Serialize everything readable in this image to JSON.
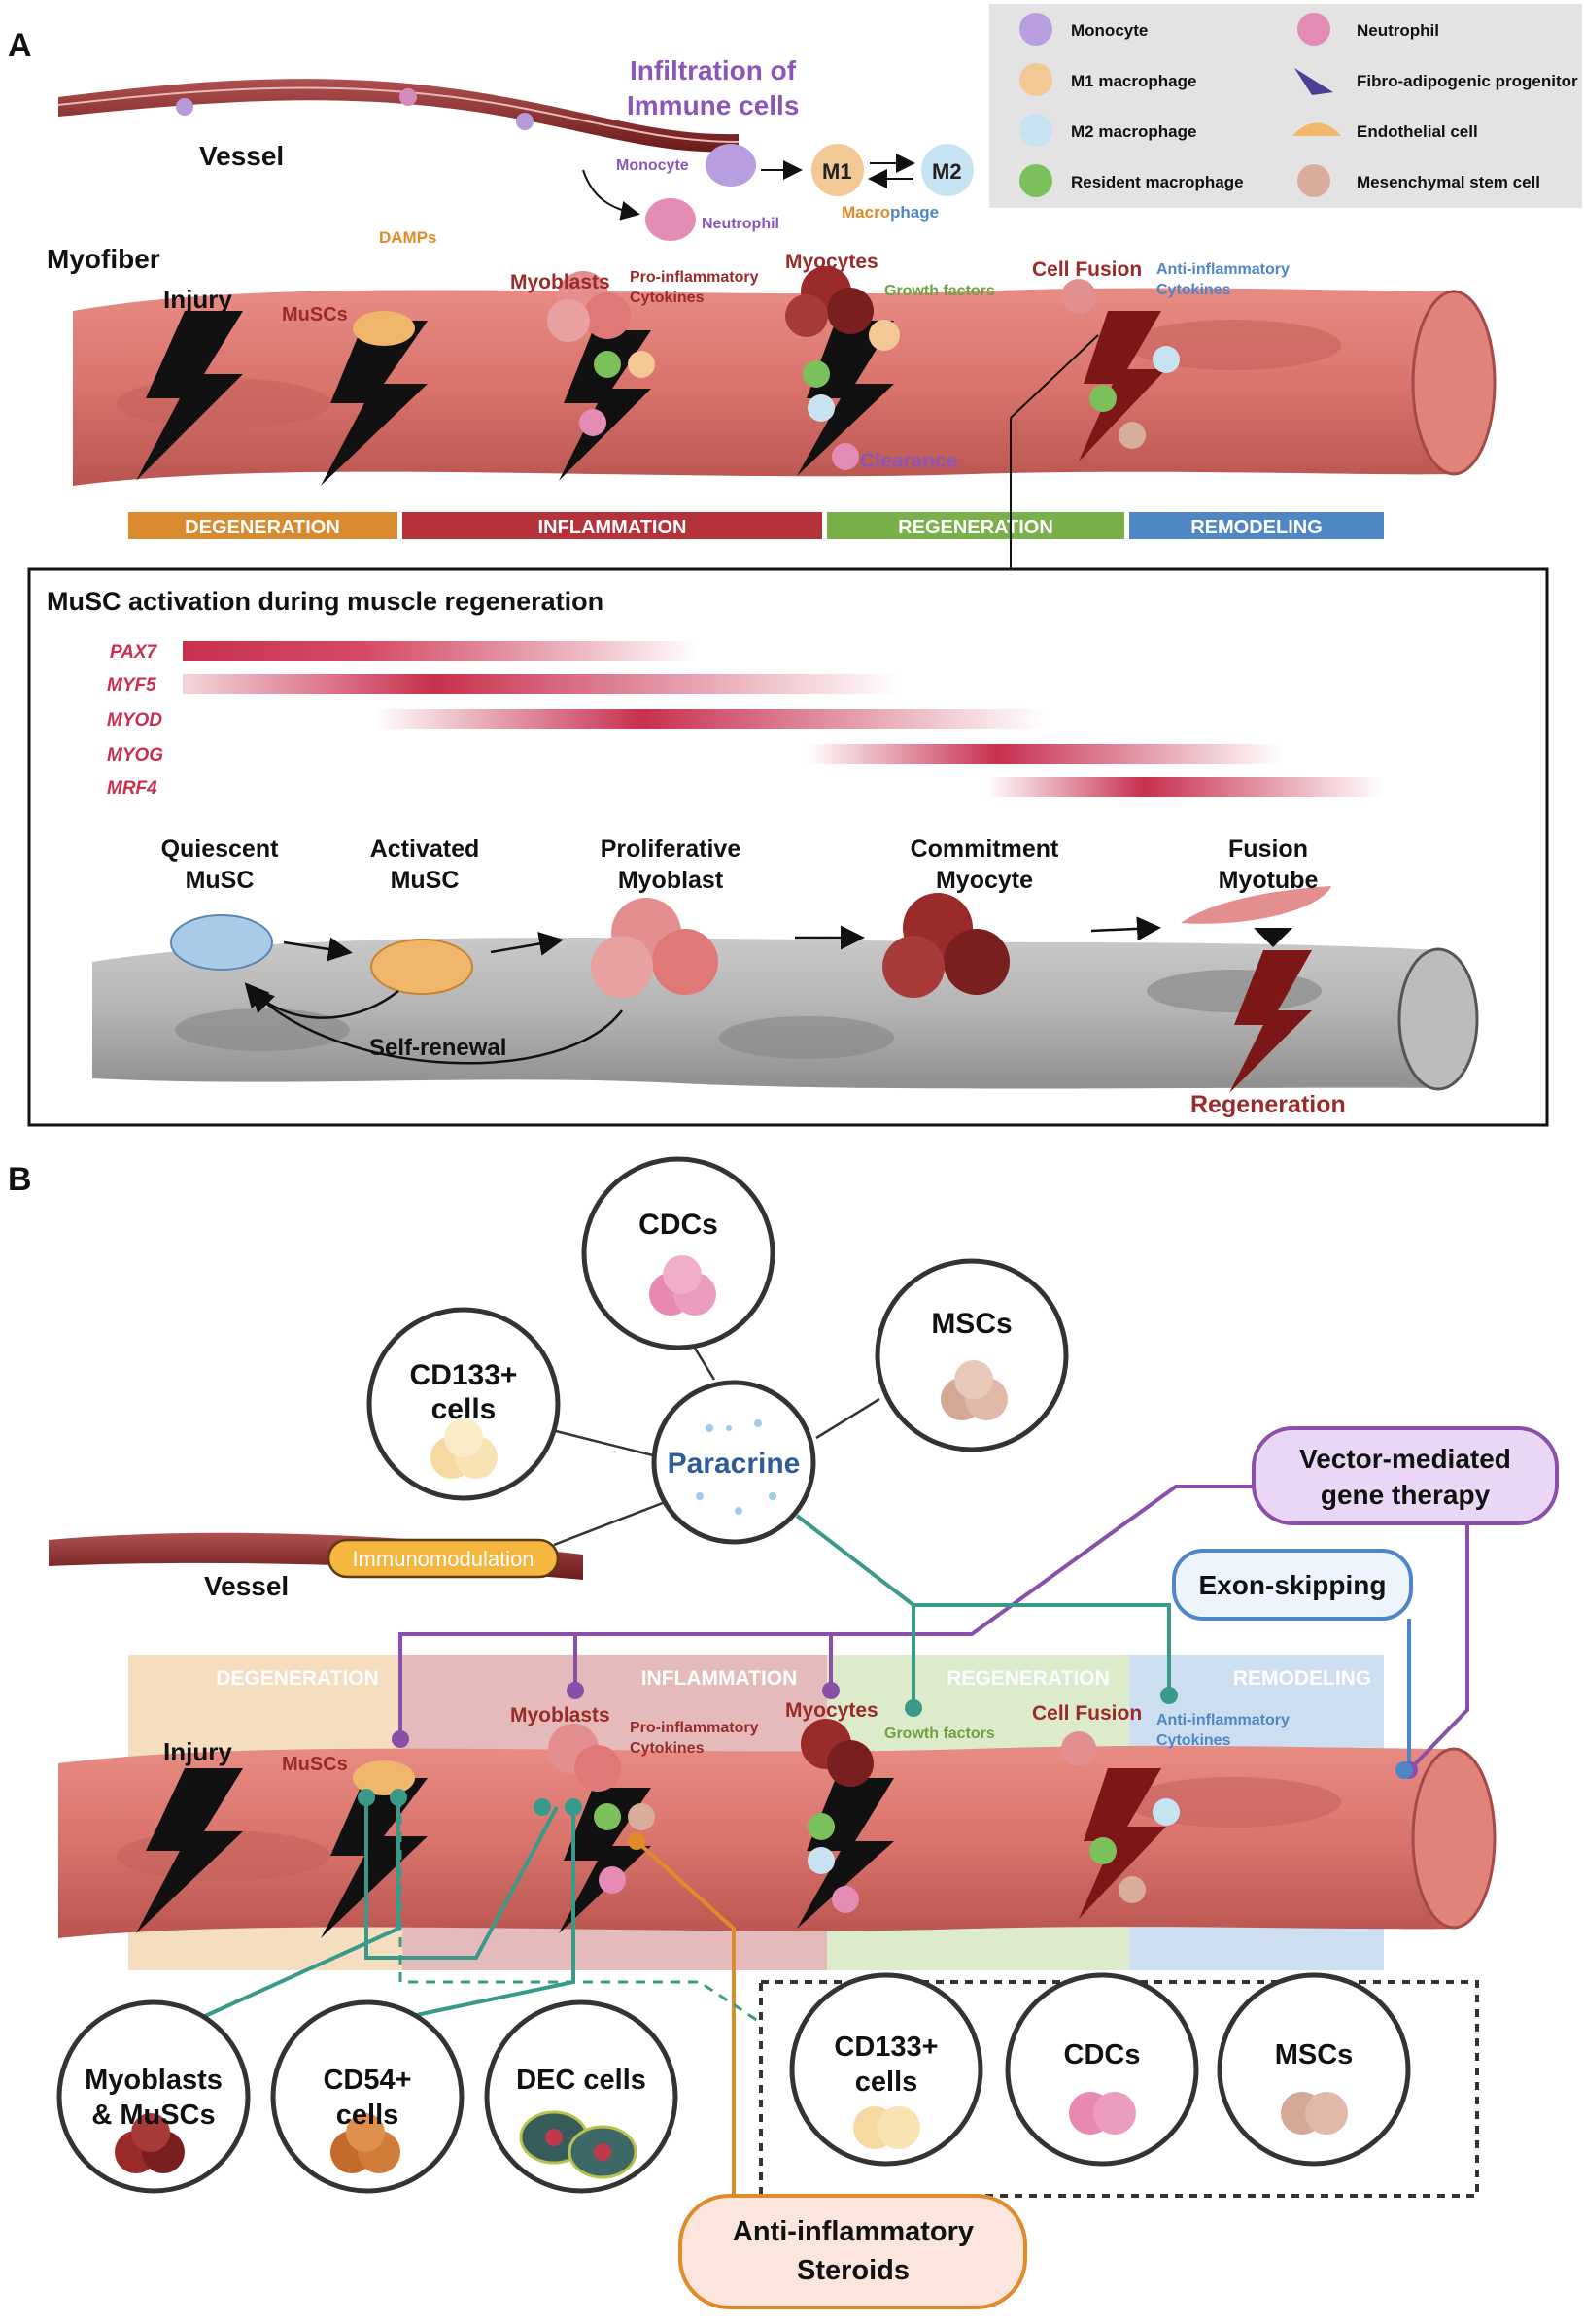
{
  "panel_a": {
    "letter": "A",
    "vessel_label": "Vessel",
    "infiltration_line1": "Infiltration of",
    "infiltration_line2": "Immune cells",
    "monocyte": "Monocyte",
    "neutrophil": "Neutrophil",
    "m1": "M1",
    "m2": "M2",
    "macrophage_a": "Macro",
    "macrophage_b": "phage",
    "legend": {
      "monocyte": "Monocyte",
      "m1_macrophage": "M1 macrophage",
      "m2_macrophage": "M2 macrophage",
      "resident_macrophage": "Resident macrophage",
      "neutrophil": "Neutrophil",
      "fap": "Fibro-adipogenic progenitor",
      "endothelial": "Endothelial cell",
      "msc": "Mesenchymal stem cell"
    },
    "myofiber": "Myofiber",
    "injury": "Injury",
    "muscs": "MuSCs",
    "damps": "DAMPs",
    "myoblasts": "Myoblasts",
    "proinflam_1": "Pro-inflammatory",
    "proinflam_2": "Cytokines",
    "myocytes": "Myocytes",
    "growth_factors": "Growth factors",
    "cell_fusion": "Cell Fusion",
    "antiinflam_1": "Anti-inflammatory",
    "antiinflam_2": "Cytokines",
    "clearance": "Clearance",
    "phases": [
      "DEGENERATION",
      "INFLAMMATION",
      "REGENERATION",
      "REMODELING"
    ],
    "phase_colors": [
      "#d98a2e",
      "#b5323a",
      "#7ab04a",
      "#4f86c6"
    ]
  },
  "musc_box": {
    "title": "MuSC activation during muscle regeneration",
    "genes": [
      "PAX7",
      "MYF5",
      "MYOD",
      "MYOG",
      "MRF4"
    ],
    "stages": [
      {
        "l1": "Quiescent",
        "l2": "MuSC"
      },
      {
        "l1": "Activated",
        "l2": "MuSC"
      },
      {
        "l1": "Proliferative",
        "l2": "Myoblast"
      },
      {
        "l1": "Commitment",
        "l2": "Myocyte"
      },
      {
        "l1": "Fusion",
        "l2": "Myotube"
      }
    ],
    "self_renewal": "Self-renewal",
    "regeneration": "Regeneration"
  },
  "panel_b": {
    "letter": "B",
    "cdcs": "CDCs",
    "msc": "MSCs",
    "cd133_1": "CD133+",
    "cd133_2": "cells",
    "paracrine": "Paracrine",
    "immunomodulation": "Immunomodulation",
    "vessel_label": "Vessel",
    "vector_1": "Vector-mediated",
    "vector_2": "gene therapy",
    "exon_skipping": "Exon-skipping",
    "phases": [
      "DEGENERATION",
      "INFLAMMATION",
      "REGENERATION",
      "REMODELING"
    ],
    "injury": "Injury",
    "muscs": "MuSCs",
    "myoblasts": "Myoblasts",
    "proinflam_1": "Pro-inflammatory",
    "proinflam_2": "Cytokines",
    "myocytes": "Myocytes",
    "growth_factors": "Growth factors",
    "cell_fusion": "Cell Fusion",
    "antiinflam_1": "Anti-inflammatory",
    "antiinflam_2": "Cytokines",
    "myoblasts_muscs_1": "Myoblasts",
    "myoblasts_muscs_2": "& MuSCs",
    "cd54_1": "CD54+",
    "cd54_2": "cells",
    "dec": "DEC cells",
    "dotted_cd133_1": "CD133+",
    "dotted_cd133_2": "cells",
    "dotted_cdcs": "CDCs",
    "dotted_mscs": "MSCs",
    "steroids_1": "Anti-inflammatory",
    "steroids_2": "Steroids"
  }
}
